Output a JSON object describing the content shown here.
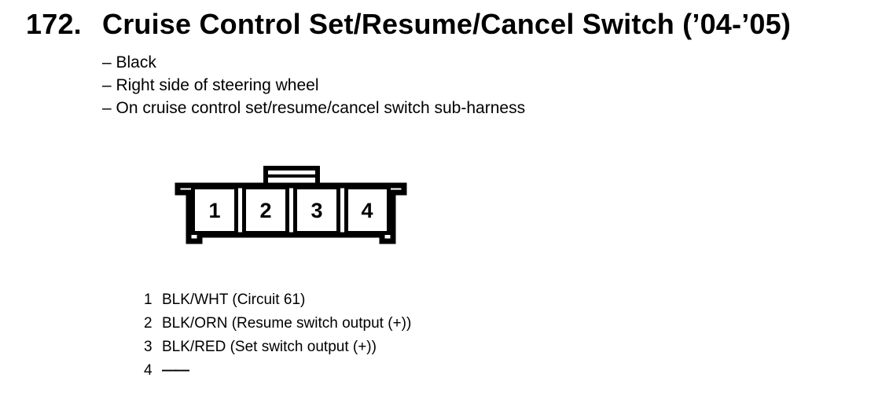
{
  "header": {
    "number": "172.",
    "title": "Cruise Control Set/Resume/Cancel Switch (’04-’05)"
  },
  "notes": {
    "items": [
      "– Black",
      "– Right side of steering wheel",
      "– On cruise control set/resume/cancel switch sub-harness"
    ]
  },
  "connector": {
    "type": "4-cavity connector, front view with top latch",
    "cavities": [
      "1",
      "2",
      "3",
      "4"
    ]
  },
  "pins": [
    {
      "number": "1",
      "label": "BLK/WHT (Circuit 61)"
    },
    {
      "number": "2",
      "label": "BLK/ORN (Resume switch output (+))"
    },
    {
      "number": "3",
      "label": "BLK/RED (Set switch output (+))"
    },
    {
      "number": "4",
      "label": "——"
    }
  ],
  "colors": {
    "ink": "#000000",
    "background": "#ffffff"
  }
}
